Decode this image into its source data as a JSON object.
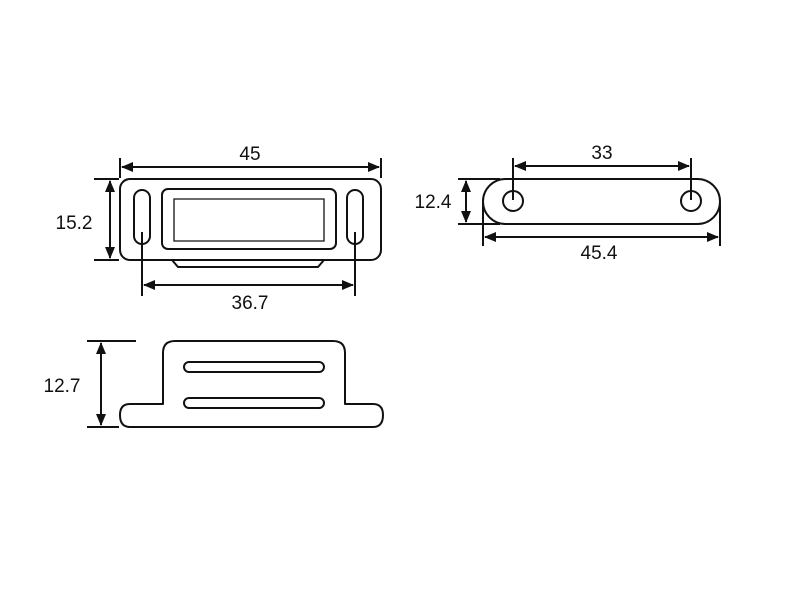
{
  "dimensions": {
    "top_left_width": "45",
    "top_left_height": "15.2",
    "top_left_slot_spacing": "36.7",
    "top_right_hole_spacing": "33",
    "top_right_height": "12.4",
    "top_right_length": "45.4",
    "bottom_height": "12.7"
  }
}
